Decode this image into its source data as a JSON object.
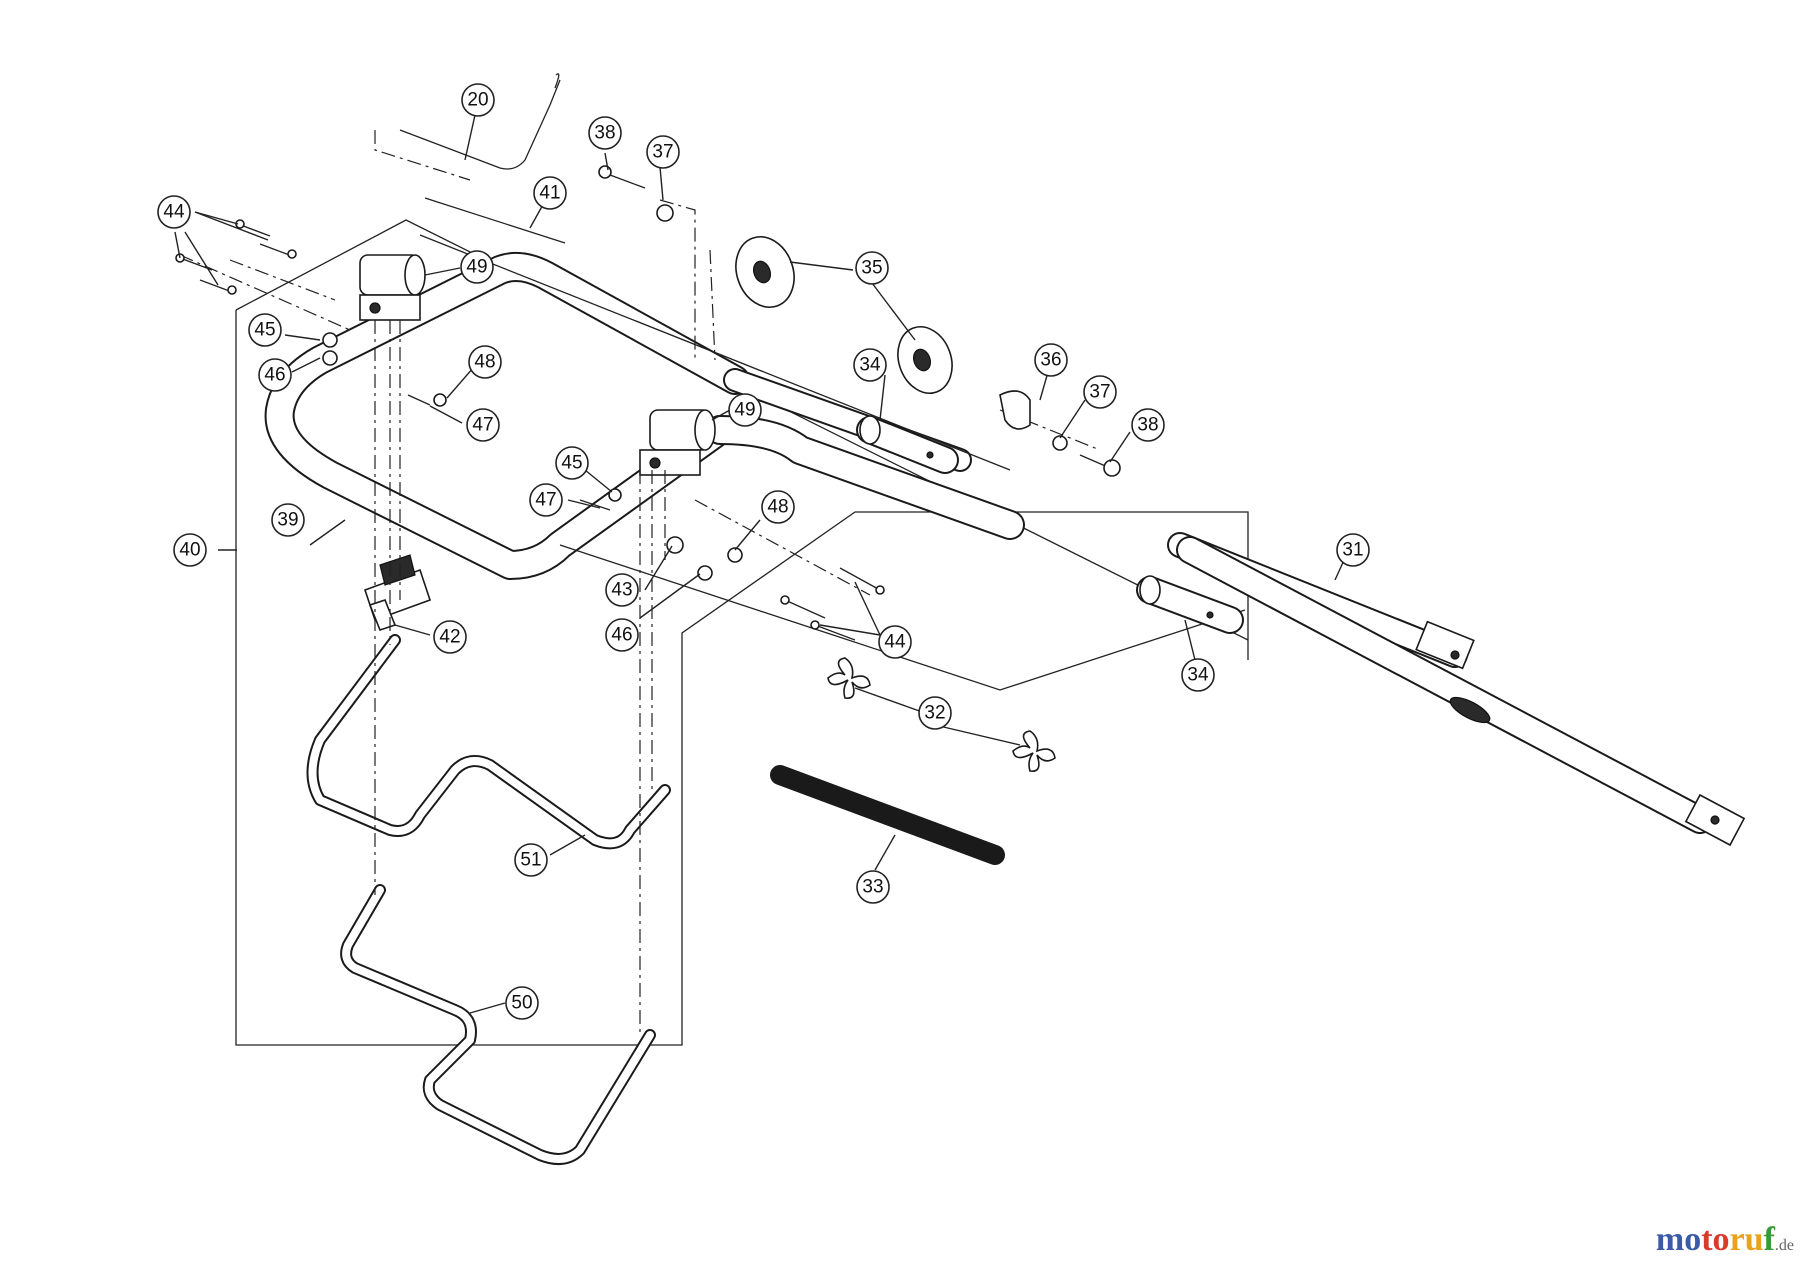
{
  "callouts": [
    {
      "id": "20",
      "label": "20"
    },
    {
      "id": "31",
      "label": "31"
    },
    {
      "id": "32",
      "label": "32"
    },
    {
      "id": "33",
      "label": "33"
    },
    {
      "id": "34a",
      "label": "34"
    },
    {
      "id": "34b",
      "label": "34"
    },
    {
      "id": "35",
      "label": "35"
    },
    {
      "id": "36",
      "label": "36"
    },
    {
      "id": "37a",
      "label": "37"
    },
    {
      "id": "37b",
      "label": "37"
    },
    {
      "id": "38a",
      "label": "38"
    },
    {
      "id": "38b",
      "label": "38"
    },
    {
      "id": "39",
      "label": "39"
    },
    {
      "id": "40",
      "label": "40"
    },
    {
      "id": "41",
      "label": "41"
    },
    {
      "id": "42",
      "label": "42"
    },
    {
      "id": "43",
      "label": "43"
    },
    {
      "id": "44a",
      "label": "44"
    },
    {
      "id": "44b",
      "label": "44"
    },
    {
      "id": "45a",
      "label": "45"
    },
    {
      "id": "45b",
      "label": "45"
    },
    {
      "id": "46a",
      "label": "46"
    },
    {
      "id": "46b",
      "label": "46"
    },
    {
      "id": "47a",
      "label": "47"
    },
    {
      "id": "47b",
      "label": "47"
    },
    {
      "id": "48a",
      "label": "48"
    },
    {
      "id": "48b",
      "label": "48"
    },
    {
      "id": "49a",
      "label": "49"
    },
    {
      "id": "49b",
      "label": "49"
    },
    {
      "id": "50",
      "label": "50"
    },
    {
      "id": "51",
      "label": "51"
    }
  ],
  "watermark": {
    "brand_1": "mo",
    "brand_2": "to",
    "brand_3": "ru",
    "brand_4": "f",
    "tld": ".de"
  }
}
